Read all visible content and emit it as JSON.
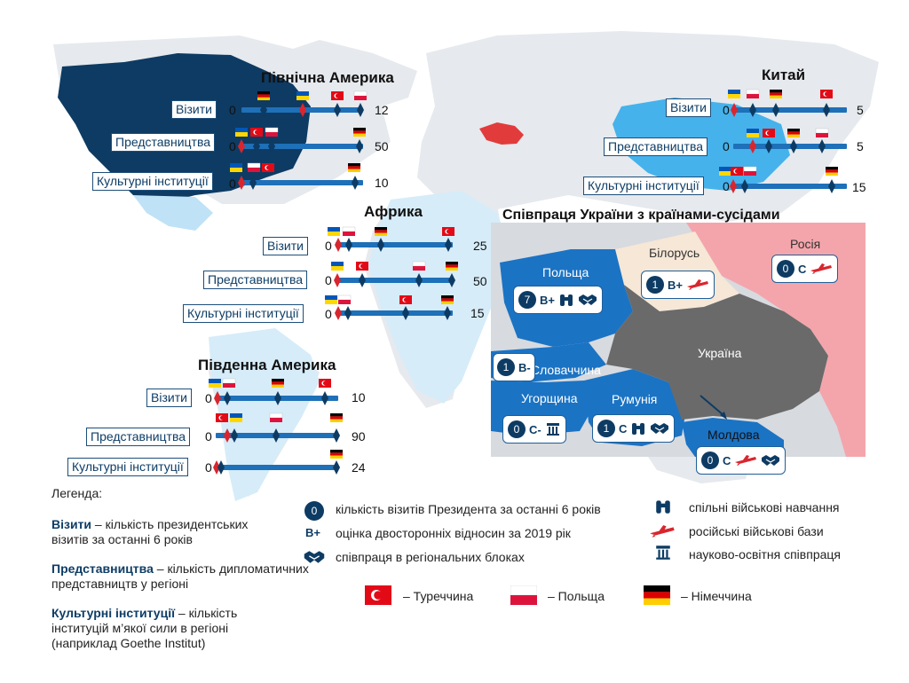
{
  "colors": {
    "ukraine": "#e23b3b",
    "bar": "#1e70b8",
    "dark": "#0d3b63",
    "russia": "#f4a5ab",
    "belarus": "#f6e7d7",
    "poland_region": "#1b73c4"
  },
  "north_america": {
    "title": "Північна Америка",
    "rows": [
      {
        "label": "Візити",
        "start": "0",
        "end": "12"
      },
      {
        "label": "Представництва",
        "start": "0",
        "end": "50"
      },
      {
        "label": "Культурні інституції",
        "start": "0",
        "end": "10"
      }
    ]
  },
  "china": {
    "title": "Китай",
    "rows": [
      {
        "label": "Візити",
        "start": "0",
        "end": "5"
      },
      {
        "label": "Представництва",
        "start": "0",
        "end": "5"
      },
      {
        "label": "Культурні інституції",
        "start": "0",
        "end": "15"
      }
    ]
  },
  "africa": {
    "title": "Африка",
    "rows": [
      {
        "label": "Візити",
        "start": "0",
        "end": "25"
      },
      {
        "label": "Представництва",
        "start": "0",
        "end": "50"
      },
      {
        "label": "Культурні інституції",
        "start": "0",
        "end": "15"
      }
    ]
  },
  "south_america": {
    "title": "Південна Америка",
    "rows": [
      {
        "label": "Візити",
        "start": "0",
        "end": "10"
      },
      {
        "label": "Представництва",
        "start": "0",
        "end": "90"
      },
      {
        "label": "Культурні інституції",
        "start": "0",
        "end": "24"
      }
    ]
  },
  "neighbors": {
    "title": "Співпраця України з країнами-сусідами",
    "poland": {
      "name": "Польща",
      "visits": "7",
      "rating": "B+"
    },
    "belarus": {
      "name": "Білорусь",
      "visits": "1",
      "rating": "B+"
    },
    "russia": {
      "name": "Росія",
      "visits": "0",
      "rating": "C"
    },
    "ukraine": {
      "name": "Україна"
    },
    "slovakia": {
      "name": "Словаччина",
      "visits": "1",
      "rating": "B-"
    },
    "hungary": {
      "name": "Угорщина",
      "visits": "0",
      "rating": "C-"
    },
    "romania": {
      "name": "Румунія",
      "visits": "1",
      "rating": "C"
    },
    "moldova": {
      "name": "Молдова",
      "visits": "0",
      "rating": "C"
    }
  },
  "legend": {
    "title": "Легенда:",
    "visits_term": "Візити",
    "visits_desc": " – кількість президентських візитів за останні 6 років",
    "reps_term": "Представництва",
    "reps_desc": " – кількість дипломатичних представництв у регіоні",
    "culture_term": "Культурні інституції",
    "culture_desc": " – кількість інституцій м’якої сили в регіоні (наприклад Goethe Institut)",
    "icon_circle_value": "0",
    "icon_circle_desc": "кількість візитів Президента за останні 6 років",
    "icon_rating_value": "B+",
    "icon_rating_desc": "оцінка двосторонніх відносин за 2019 рік",
    "icon_handshake_desc": "співпраця в регіональних блоках",
    "icon_binoculars_desc": "спільні військові навчання",
    "icon_plane_desc": "російські військові бази",
    "icon_column_desc": "науково-освітня співпраця",
    "flag_turkey": "– Туреччина",
    "flag_poland": "– Польща",
    "flag_germany": "– Німеччина"
  }
}
